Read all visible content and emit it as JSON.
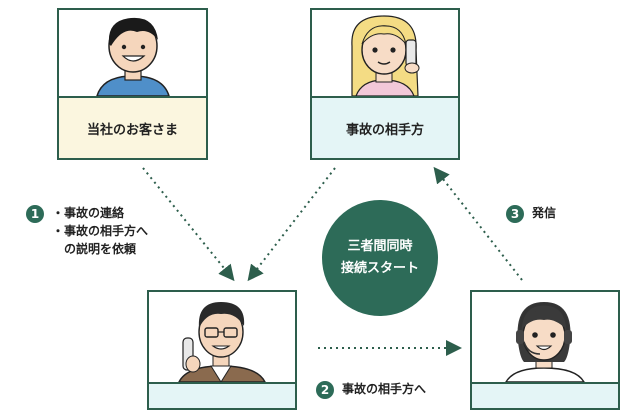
{
  "cards": {
    "customer": {
      "label": "当社のお客さま"
    },
    "other_party": {
      "label": "事故の相手方"
    },
    "staff": {
      "label": ""
    },
    "operator": {
      "label": ""
    }
  },
  "center": {
    "line1": "三者間同時",
    "line2": "接続スタート"
  },
  "steps": [
    {
      "number": "1",
      "lines": [
        "・事故の連絡",
        "・事故の相手方へ",
        "の説明を依頼"
      ]
    },
    {
      "number": "2",
      "lines": [
        "事故の相手方へ"
      ]
    },
    {
      "number": "3",
      "lines": [
        "発信"
      ]
    }
  ],
  "colors": {
    "accent": "#2d6b58",
    "border": "#2d5e4c",
    "customer_label_bg": "#fbf6df",
    "label_bg": "#e4f5f6"
  }
}
